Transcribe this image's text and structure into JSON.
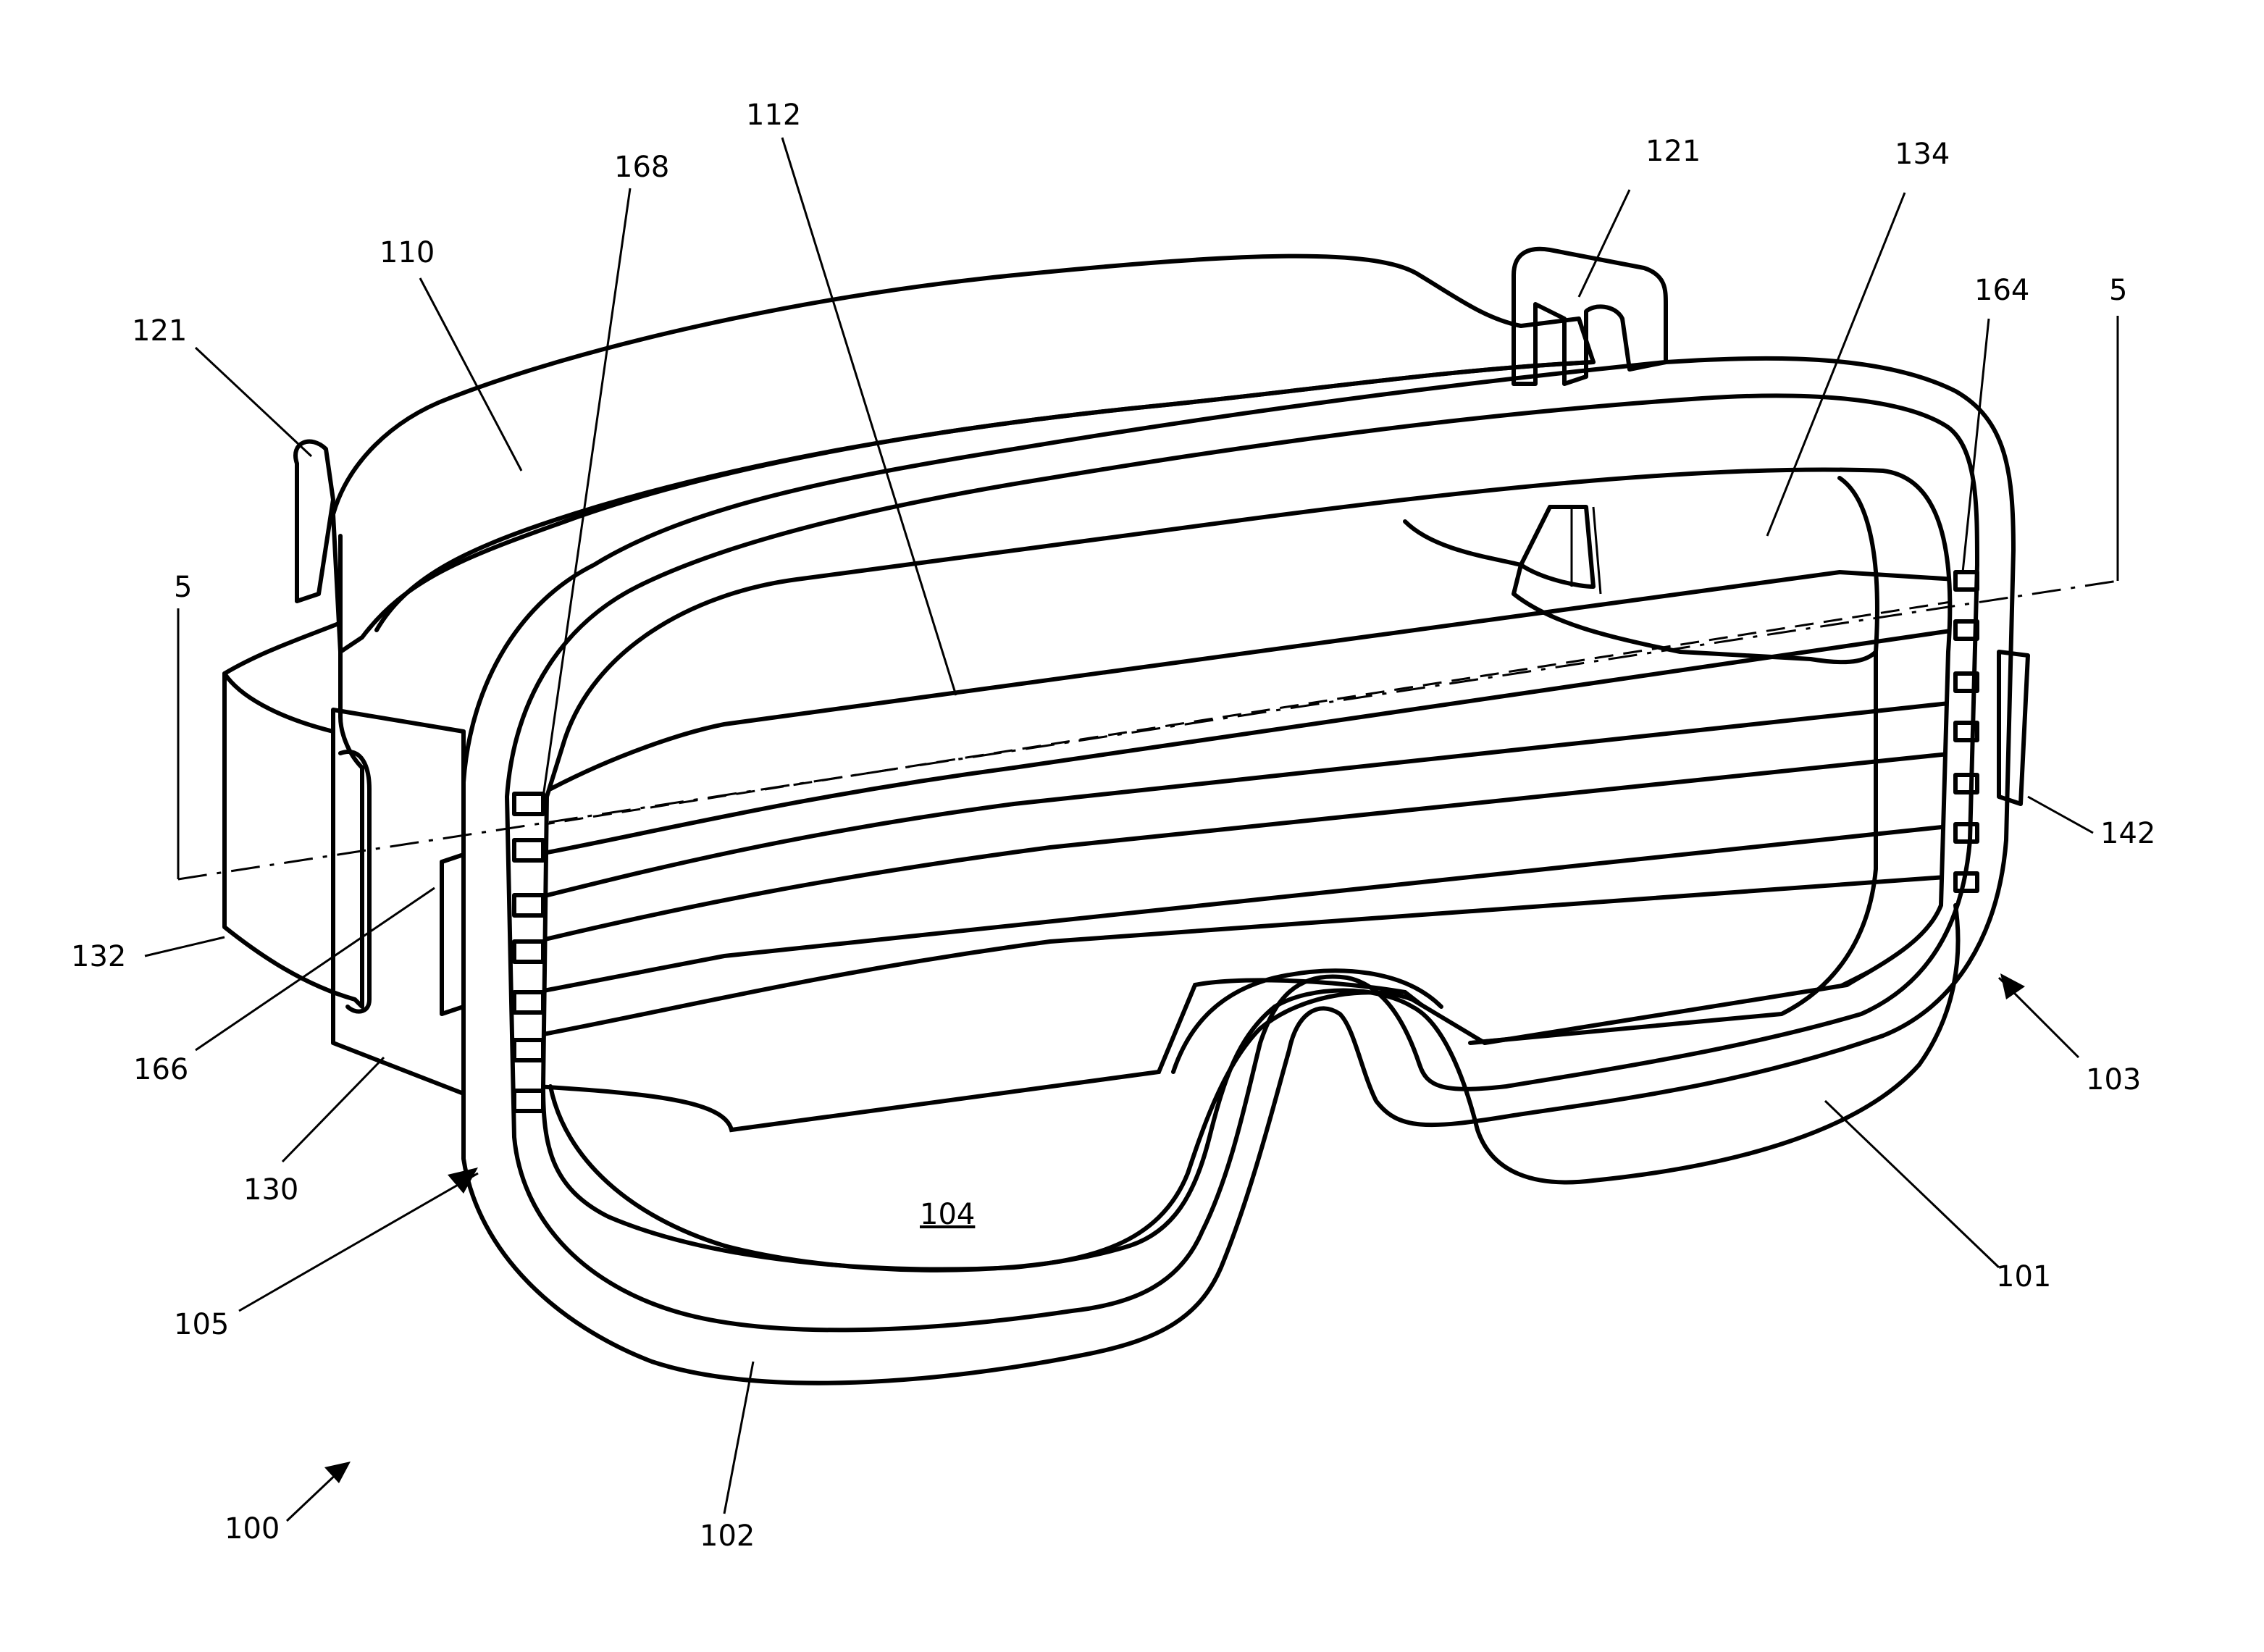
{
  "figure": {
    "labels": {
      "assembly": "100",
      "lens_area": "101",
      "frame": "102",
      "right_side": "103",
      "lens": "104",
      "left_side": "105",
      "strap": "110",
      "wires": "112",
      "buckle_left": "121",
      "buckle_right": "121",
      "mount_left": "130",
      "band_left": "132",
      "inner_lens": "134",
      "connector_right": "142",
      "contacts_right": "164",
      "connector_left": "166",
      "contacts_left": "168",
      "section_left": "5",
      "section_right": "5"
    },
    "colors": {
      "ink": "#000000",
      "paper": "#ffffff",
      "stipple": "#e6e6e6"
    }
  }
}
